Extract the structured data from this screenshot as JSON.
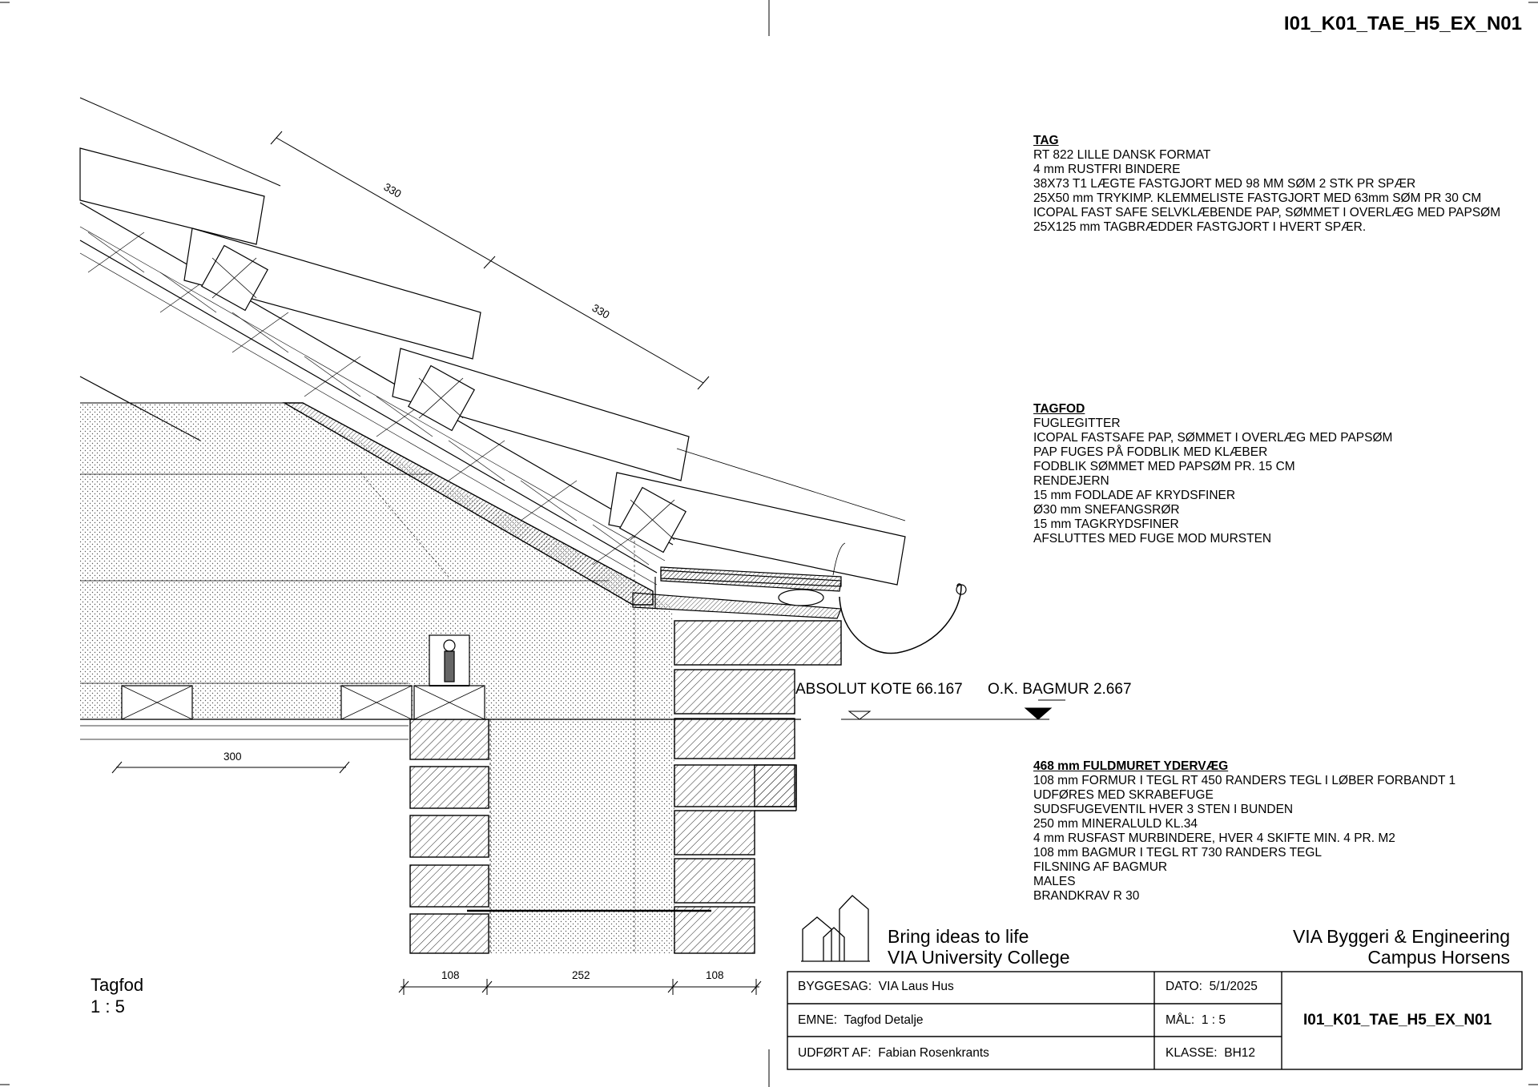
{
  "sheet_id": "I01_K01_TAE_H5_EX_N01",
  "dimensions": {
    "tile_spacing_1": "330",
    "tile_spacing_2": "330",
    "rafter_spacing": "300",
    "wall_outer": "108",
    "wall_insulation": "252",
    "wall_inner": "108"
  },
  "levels": {
    "absolute": "ABSOLUT KOTE 66.167",
    "back_wall": "O.K. BAGMUR 2.667"
  },
  "notes": {
    "tag": {
      "heading": "TAG",
      "lines": [
        "RT 822 LILLE DANSK FORMAT",
        "4 mm RUSTFRI BINDERE",
        "38X73  T1 LÆGTE  FASTGJORT MED 98 MM SØM 2 STK PR SPÆR",
        "25X50 mm TRYKIMP. KLEMMELISTE FASTGJORT MED 63mm SØM PR 30 CM",
        "ICOPAL FAST SAFE SELVKLÆBENDE PAP, SØMMET I OVERLÆG MED PAPSØM",
        "25X125 mm TAGBRÆDDER FASTGJORT I HVERT SPÆR."
      ]
    },
    "tagfod": {
      "heading": "TAGFOD",
      "lines": [
        "FUGLEGITTER",
        "ICOPAL FASTSAFE PAP, SØMMET I OVERLÆG MED PAPSØM",
        "PAP FUGES PÅ FODBLIK MED KLÆBER",
        "FODBLIK SØMMET MED PAPSØM PR. 15 CM",
        "RENDEJERN",
        "15 mm FODLADE AF KRYDSFINER",
        "Ø30 mm SNEFANGSRØR",
        "15 mm TAGKRYDSFINER",
        "AFSLUTTES MED FUGE  MOD MURSTEN"
      ]
    },
    "wall": {
      "heading": "468 mm FULDMURET YDERVÆG",
      "lines": [
        "108 mm FORMUR I TEGL RT 450 RANDERS TEGL I LØBER FORBANDT 1",
        "UDFØRES MED SKRABEFUGE",
        "SUDSFUGEVENTIL HVER 3 STEN I BUNDEN",
        "250 mm MINERALULD KL.34",
        "4 mm RUSFAST MURBINDERE, HVER 4 SKIFTE MIN. 4 PR. M2",
        "108 mm BAGMUR I TEGL RT 730 RANDERS TEGL",
        "FILSNING AF BAGMUR",
        "MALES",
        "BRANDKRAV R 30"
      ]
    }
  },
  "view": {
    "name": "Tagfod",
    "scale": "1 : 5"
  },
  "branding": {
    "slogan": "Bring ideas to life",
    "college": "VIA University College",
    "department": "VIA Byggeri & Engineering",
    "campus": "Campus Horsens"
  },
  "title_block": {
    "byggesag_label": "BYGGESAG:",
    "byggesag_value": "VIA Laus Hus",
    "emne_label": "EMNE:",
    "emne_value": "Tagfod Detalje",
    "udfort_label": "UDFØRT AF:",
    "udfort_value": "Fabian Rosenkrants",
    "dato_label": "DATO:",
    "dato_value": "5/1/2025",
    "maal_label": "MÅL:",
    "maal_value": "1 : 5",
    "klasse_label": "KLASSE:",
    "klasse_value": "BH12",
    "drawing_number": "I01_K01_TAE_H5_EX_N01"
  }
}
